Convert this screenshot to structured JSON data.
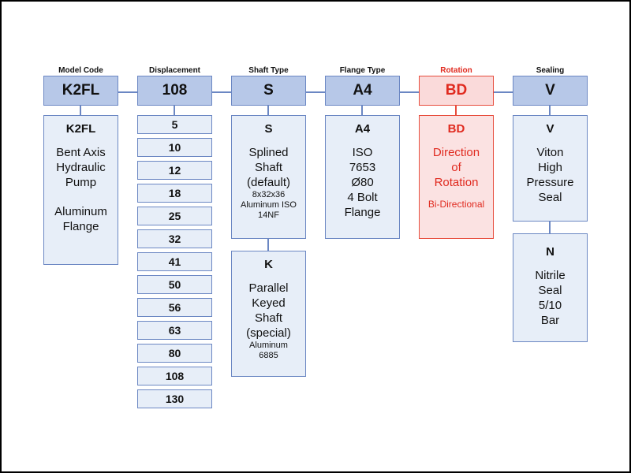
{
  "headers": {
    "model_code": "Model Code",
    "displacement": "Displacement",
    "shaft_type": "Shaft Type",
    "flange_type": "Flange Type",
    "rotation": "Rotation",
    "sealing": "Sealing"
  },
  "codes": {
    "model": "K2FL",
    "displacement": "108",
    "shaft": "S",
    "flange": "A4",
    "rotation": "BD",
    "sealing": "V"
  },
  "model": {
    "code": "K2FL",
    "line1": "Bent Axis",
    "line2": "Hydraulic",
    "line3": "Pump",
    "line4": "Aluminum",
    "line5": "Flange"
  },
  "displacements": [
    "5",
    "10",
    "12",
    "18",
    "25",
    "32",
    "41",
    "50",
    "56",
    "63",
    "80",
    "108",
    "130"
  ],
  "shaft_s": {
    "code": "S",
    "line1": "Splined",
    "line2": "Shaft",
    "line3": "(default)",
    "small1": "8x32x36",
    "small2": "Aluminum ISO",
    "small3": "14NF"
  },
  "shaft_k": {
    "code": "K",
    "line1": "Parallel",
    "line2": "Keyed",
    "line3": "Shaft",
    "line4": "(special)",
    "small1": "Aluminum",
    "small2": "6885"
  },
  "flange": {
    "code": "A4",
    "line1": "ISO",
    "line2": "7653",
    "line3": "Ø80",
    "line4": "4 Bolt",
    "line5": "Flange"
  },
  "rotation": {
    "code": "BD",
    "line1": "Direction",
    "line2": "of",
    "line3": "Rotation",
    "small1": "Bi-Directional"
  },
  "seal_v": {
    "code": "V",
    "line1": "Viton",
    "line2": "High",
    "line3": "Pressure",
    "line4": "Seal"
  },
  "seal_n": {
    "code": "N",
    "line1": "Nitrile",
    "line2": "Seal",
    "line3": "5/10",
    "line4": "Bar"
  },
  "colors": {
    "blue_fill": "#b7c8e8",
    "light_fill": "#e7eef8",
    "border": "#6b87c3",
    "red": "#e02a1f",
    "red_fill": "#fadada"
  }
}
